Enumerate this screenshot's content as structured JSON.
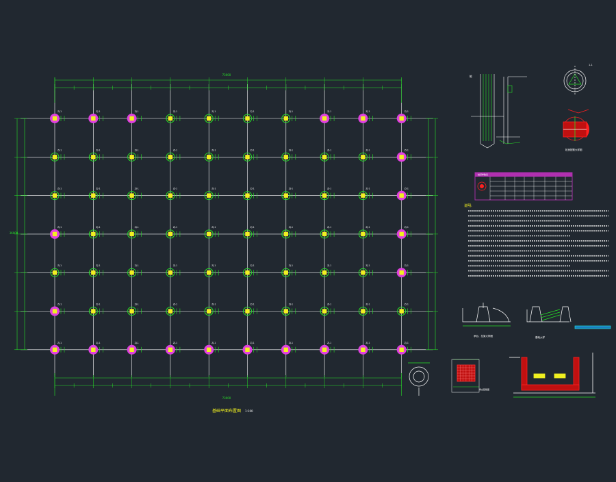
{
  "drawing": {
    "plan_title": "基础平面布置图",
    "plan_scale": "1:100",
    "total_dim": "73000",
    "side_dim": "36000",
    "column_label": "ZJ-1"
  },
  "grid": {
    "cols": 10,
    "rows": 7,
    "pier_label": "ZJ-1",
    "pink": [
      [
        true,
        true,
        true,
        false,
        false,
        false,
        false,
        true,
        true,
        true
      ],
      [
        false,
        false,
        false,
        false,
        false,
        false,
        false,
        false,
        false,
        true
      ],
      [
        false,
        false,
        false,
        false,
        false,
        false,
        false,
        false,
        false,
        true
      ],
      [
        true,
        false,
        false,
        false,
        false,
        false,
        false,
        false,
        false,
        true
      ],
      [
        false,
        false,
        false,
        false,
        false,
        false,
        false,
        false,
        false,
        true
      ],
      [
        true,
        false,
        false,
        false,
        false,
        false,
        false,
        false,
        false,
        false
      ],
      [
        true,
        true,
        true,
        true,
        true,
        true,
        true,
        true,
        true,
        true
      ]
    ]
  },
  "details": {
    "pile_title": "桩",
    "circle_section": "1-1",
    "circle_caption": "桩身配筋大样图",
    "schedule_title": "桩基参数表",
    "notes_title": "说明:",
    "notes_lines": [
      "",
      "",
      "",
      "",
      "",
      "",
      "",
      "",
      "",
      "",
      "",
      "",
      "",
      ""
    ],
    "sect_a_caption": "承台、拉梁大样图",
    "sect_b_caption": "基础大样",
    "cap_caption": "承台配筋图"
  },
  "colors": {
    "bg": "#212830",
    "line": "#ffffff",
    "dim": "#27e327",
    "column": "#f0f020",
    "halo": "#e040e0",
    "detail_red": "#ff2020",
    "table": "#b030b0",
    "accent_cyan": "#20e0e0"
  }
}
